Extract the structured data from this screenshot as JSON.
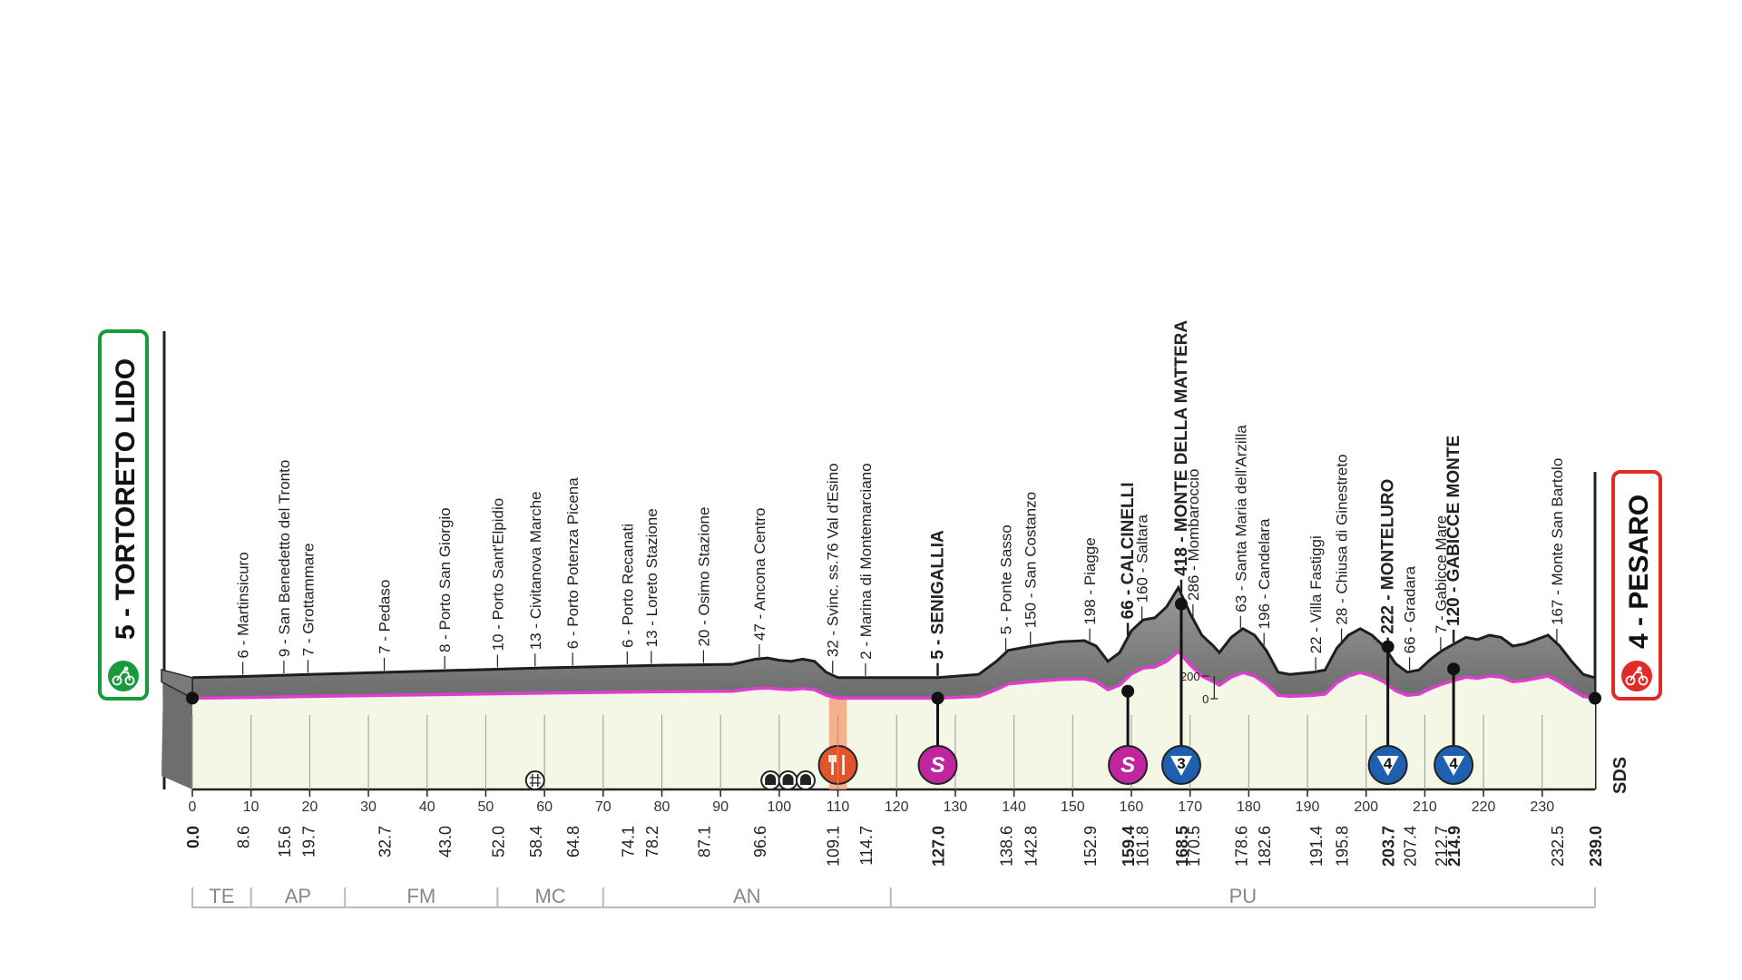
{
  "chart_data": {
    "type": "area",
    "title": "",
    "xlabel": "",
    "ylabel": "",
    "xlim": [
      0,
      239
    ],
    "ylim": [
      0,
      450
    ],
    "x_ticks": [
      0,
      10,
      20,
      30,
      40,
      50,
      60,
      70,
      80,
      90,
      100,
      110,
      120,
      130,
      140,
      150,
      160,
      170,
      180,
      190,
      200,
      210,
      220,
      230
    ],
    "y_ticks": [
      {
        "value": 0,
        "label": "0",
        "km": 173.5
      },
      {
        "value": 200,
        "label": "200",
        "km": 172
      }
    ],
    "start": {
      "label": "5 - TORTORETO LIDO",
      "km": 0,
      "altitude": 5,
      "color": "#1a9a3c"
    },
    "finish": {
      "label": "4 - PESARO",
      "km": 239,
      "altitude": 4,
      "color": "#e02b27"
    },
    "profile": {
      "x": [
        0,
        8,
        20,
        40,
        60,
        80,
        92,
        96,
        98,
        100,
        102,
        104,
        106,
        108,
        110,
        114,
        120,
        127,
        134,
        137,
        139,
        143,
        148,
        152,
        154,
        156,
        158,
        160,
        162,
        164,
        166,
        168,
        170,
        172,
        174,
        175,
        177,
        179,
        181,
        183,
        185,
        187,
        189,
        191,
        193,
        195,
        197,
        199,
        201,
        203,
        205,
        207,
        209,
        211,
        213,
        215,
        217,
        219,
        221,
        223,
        225,
        227,
        229,
        231,
        233,
        235,
        237,
        239
      ],
      "y": [
        5,
        10,
        20,
        35,
        50,
        62,
        66,
        90,
        95,
        85,
        80,
        90,
        80,
        30,
        5,
        5,
        5,
        5,
        20,
        80,
        130,
        150,
        170,
        175,
        150,
        80,
        120,
        220,
        270,
        280,
        330,
        418,
        300,
        200,
        150,
        120,
        190,
        230,
        200,
        130,
        30,
        20,
        25,
        30,
        40,
        140,
        200,
        230,
        200,
        150,
        70,
        30,
        40,
        90,
        130,
        160,
        190,
        180,
        200,
        190,
        150,
        160,
        180,
        200,
        150,
        80,
        20,
        4
      ]
    },
    "waypoints": [
      {
        "km": 0.0,
        "label": "",
        "alt": 5,
        "major": true
      },
      {
        "km": 8.6,
        "label": "6 - Martinsicuro",
        "alt": 6,
        "major": false
      },
      {
        "km": 15.6,
        "label": "9 - San Benedetto del Tronto",
        "alt": 9,
        "major": false
      },
      {
        "km": 19.7,
        "label": "7 - Grottammare",
        "alt": 7,
        "major": false
      },
      {
        "km": 32.7,
        "label": "7 - Pedaso",
        "alt": 7,
        "major": false
      },
      {
        "km": 43.0,
        "label": "8 - Porto San Giorgio",
        "alt": 8,
        "major": false
      },
      {
        "km": 52.0,
        "label": "10 - Porto Sant'Elpidio",
        "alt": 10,
        "major": false
      },
      {
        "km": 58.4,
        "label": "13 - Civitanova Marche",
        "alt": 13,
        "major": false
      },
      {
        "km": 64.8,
        "label": "6 - Porto Potenza Picena",
        "alt": 6,
        "major": false
      },
      {
        "km": 74.1,
        "label": "6 - Porto Recanati",
        "alt": 6,
        "major": false
      },
      {
        "km": 78.2,
        "label": "13 - Loreto Stazione",
        "alt": 13,
        "major": false
      },
      {
        "km": 87.1,
        "label": "20 - Osimo Stazione",
        "alt": 20,
        "major": false
      },
      {
        "km": 96.6,
        "label": "47 - Ancona Centro",
        "alt": 47,
        "major": false
      },
      {
        "km": 109.1,
        "label": "32 - Svinc. ss.76 Val d'Esino",
        "alt": 32,
        "major": false
      },
      {
        "km": 114.7,
        "label": "2 - Marina di Montemarciano",
        "alt": 2,
        "major": false
      },
      {
        "km": 127.0,
        "label": "5 - SENIGALLIA",
        "alt": 5,
        "major": true
      },
      {
        "km": 138.6,
        "label": "5 - Ponte Sasso",
        "alt": 5,
        "major": false
      },
      {
        "km": 142.8,
        "label": "150 - San Costanzo",
        "alt": 150,
        "major": false
      },
      {
        "km": 152.9,
        "label": "198 - Piagge",
        "alt": 198,
        "major": false
      },
      {
        "km": 159.4,
        "label": "66 - CALCINELLI",
        "alt": 66,
        "major": true
      },
      {
        "km": 161.8,
        "label": "160 - Saltara",
        "alt": 160,
        "major": false
      },
      {
        "km": 168.5,
        "label": "418 - MONTE DELLA MATTERA",
        "alt": 418,
        "major": true
      },
      {
        "km": 170.5,
        "label": "286 - Mombaroccio",
        "alt": 286,
        "major": false
      },
      {
        "km": 178.6,
        "label": "63 - Santa Maria dell'Arzilla",
        "alt": 63,
        "major": false
      },
      {
        "km": 182.6,
        "label": "196 - Candelara",
        "alt": 196,
        "major": false
      },
      {
        "km": 191.4,
        "label": "22 - Villa Fastiggi",
        "alt": 22,
        "major": false
      },
      {
        "km": 195.8,
        "label": "28 - Chiusa di Ginestreto",
        "alt": 28,
        "major": false
      },
      {
        "km": 203.7,
        "label": "222 - MONTELURO",
        "alt": 222,
        "major": true
      },
      {
        "km": 207.4,
        "label": "66 - Gradara",
        "alt": 66,
        "major": false
      },
      {
        "km": 212.7,
        "label": "7 - Gabicce Mare",
        "alt": 7,
        "major": false
      },
      {
        "km": 214.9,
        "label": "120 - GABICCE MONTE",
        "alt": 120,
        "major": true
      },
      {
        "km": 232.5,
        "label": "167 - Monte San Bartolo",
        "alt": 167,
        "major": false
      },
      {
        "km": 239.0,
        "label": "",
        "alt": 4,
        "major": true
      }
    ],
    "km_labels": [
      "0.0",
      "8.6",
      "15.6",
      "19.7",
      "32.7",
      "43.0",
      "52.0",
      "58.4",
      "64.8",
      "74.1",
      "78.2",
      "87.1",
      "96.6",
      "109.1",
      "114.7",
      "127.0",
      "138.6",
      "142.8",
      "152.9",
      "159.4",
      "161.8",
      "168.5",
      "170.5",
      "178.6",
      "182.6",
      "191.4",
      "195.8",
      "203.7",
      "207.4",
      "212.7",
      "214.9",
      "232.5",
      "239.0"
    ],
    "major_km": [
      "0.0",
      "127.0",
      "159.4",
      "168.5",
      "203.7",
      "214.9",
      "239.0"
    ],
    "markers": [
      {
        "type": "sprint",
        "km": 127.0,
        "label": "S",
        "color": "#c0259e",
        "dot_alt": 5
      },
      {
        "type": "sprint",
        "km": 159.4,
        "label": "S",
        "color": "#c0259e",
        "dot_alt": 66
      },
      {
        "type": "kom",
        "km": 168.5,
        "label": "3",
        "color": "#1f5fb0",
        "dot_alt": 418
      },
      {
        "type": "kom",
        "km": 203.7,
        "label": "4",
        "color": "#1f5fb0",
        "dot_alt": 222
      },
      {
        "type": "kom",
        "km": 214.9,
        "label": "4",
        "color": "#1f5fb0",
        "dot_alt": 120
      }
    ],
    "feed_zone": {
      "km_start": 108.5,
      "km_end": 111.5,
      "color": "#f4a57c",
      "icon": "fork-knife-icon",
      "icon_km": 110
    },
    "tunnels": [
      {
        "km": 58.4,
        "icon": "grid-icon"
      },
      {
        "km": 98.5,
        "icon": "tunnel-icon"
      },
      {
        "km": 101.5,
        "icon": "tunnel-icon"
      },
      {
        "km": 104.5,
        "icon": "tunnel-icon"
      }
    ],
    "regions": [
      {
        "label": "TE",
        "start": 0,
        "end": 10
      },
      {
        "label": "AP",
        "start": 10,
        "end": 26
      },
      {
        "label": "FM",
        "start": 26,
        "end": 52
      },
      {
        "label": "MC",
        "start": 52,
        "end": 70
      },
      {
        "label": "AN",
        "start": 70,
        "end": 119
      },
      {
        "label": "PU",
        "start": 119,
        "end": 239
      }
    ],
    "sds_label": "SDS",
    "colors": {
      "profile_top": "#8b8b8b",
      "profile_base": "#f4f6e6",
      "road_line": "#e03ccf",
      "start_border": "#1a9a3c",
      "finish_border": "#e02b27"
    }
  }
}
